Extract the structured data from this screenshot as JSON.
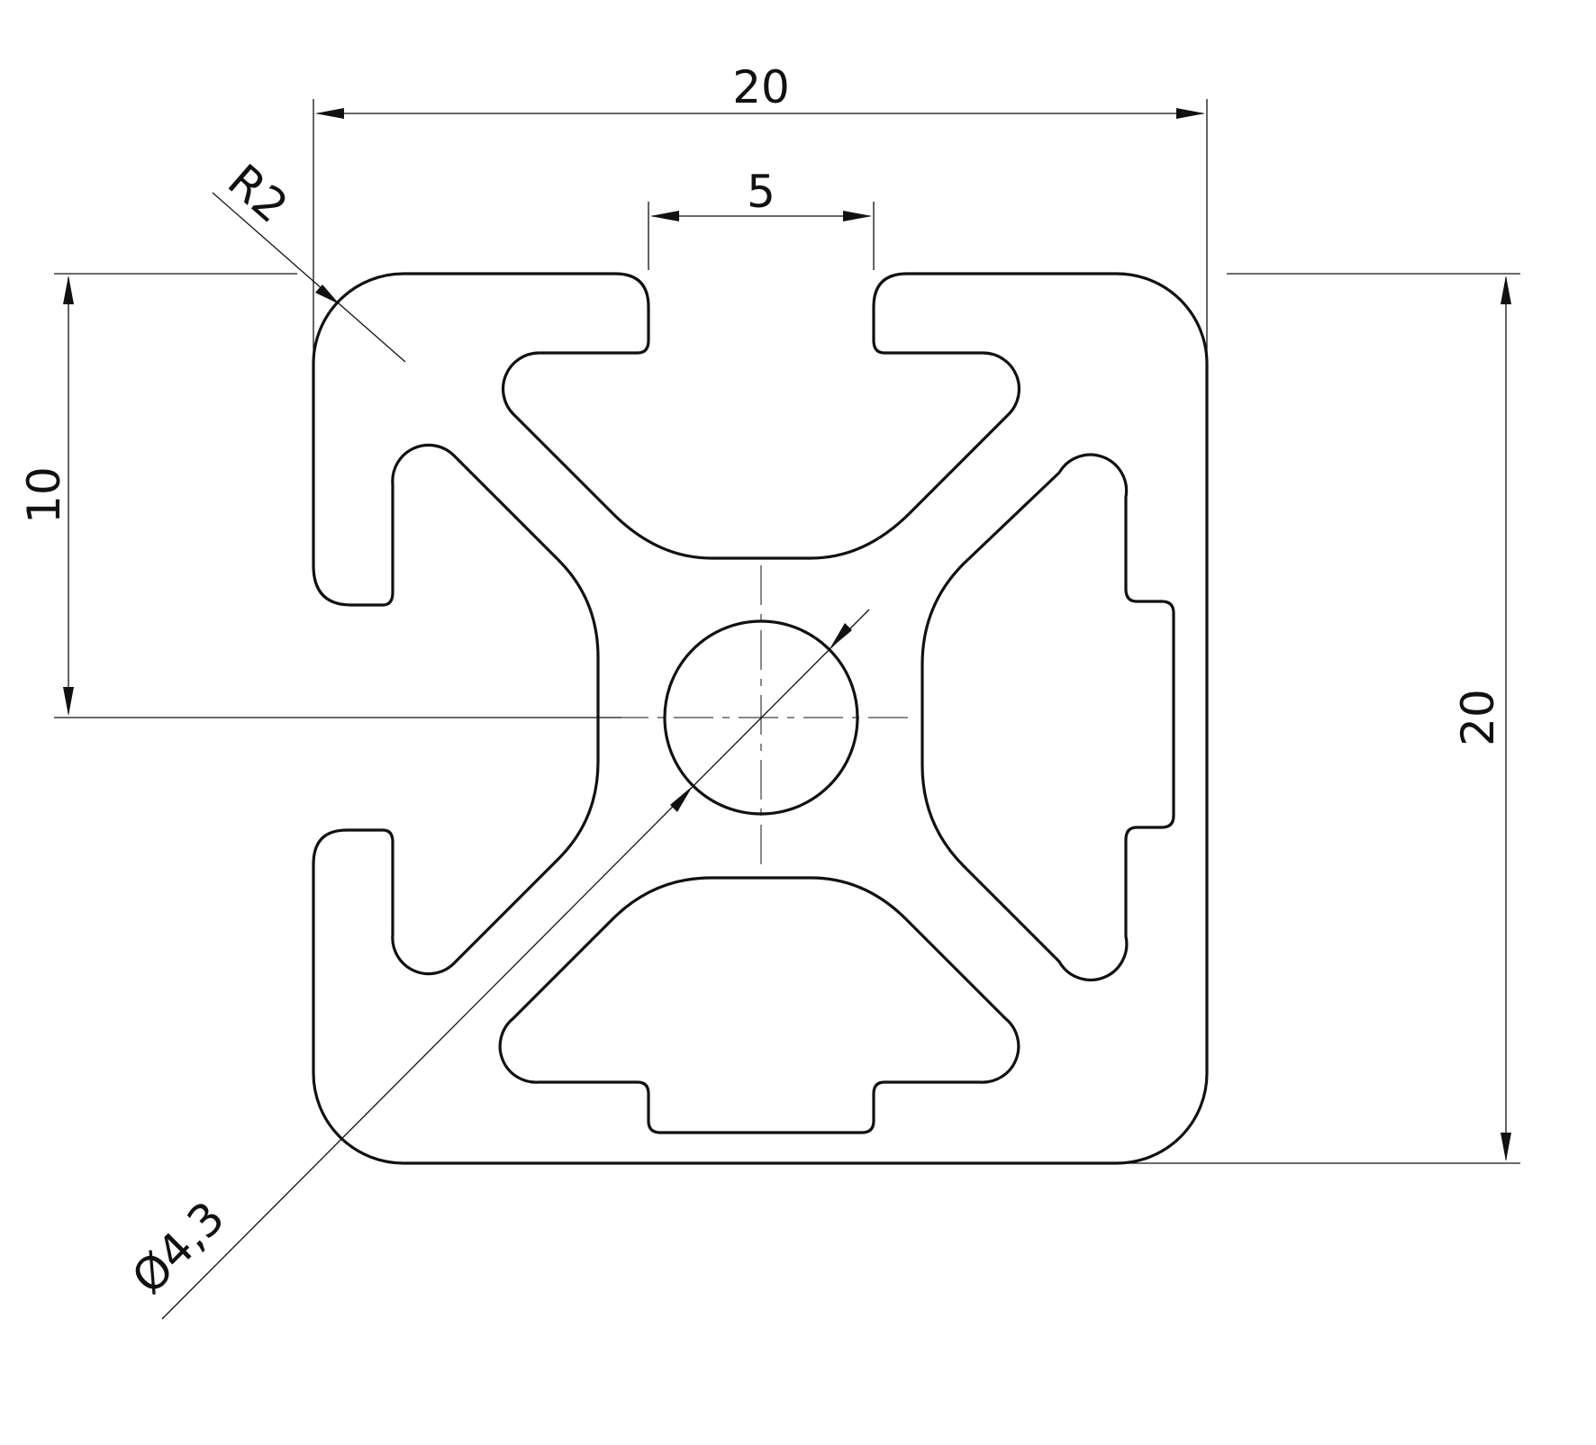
{
  "drawing": {
    "subject": "20x20 aluminium T-slot extrusion profile cross-section",
    "dimensions": {
      "overall_width": "20",
      "slot_opening": "5",
      "corner_radius": "R2",
      "center_height": "10",
      "overall_height": "20",
      "bore_diameter": "Ø4,3"
    },
    "colors": {
      "line": "#111111",
      "background": "#ffffff"
    }
  }
}
